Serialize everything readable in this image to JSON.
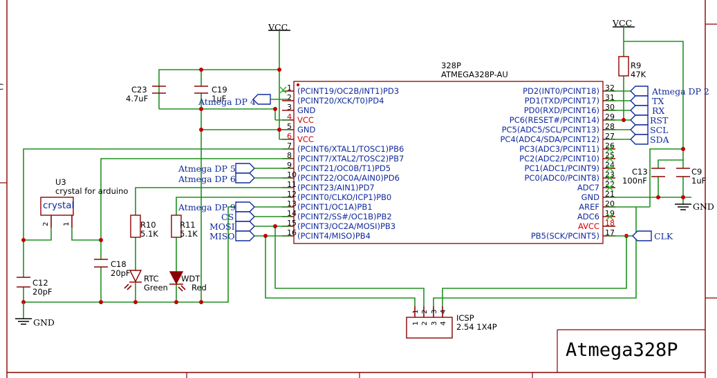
{
  "title": "Atmega328P",
  "ic": {
    "name": "328P",
    "part": "ATMEGA328P-AU",
    "left_pins": [
      {
        "num": "1",
        "label": "(PCINT19/OC2B/INT1)PD3",
        "power": false
      },
      {
        "num": "2",
        "label": "(PCINT20/XCK/T0)PD4",
        "power": false
      },
      {
        "num": "3",
        "label": "GND",
        "power": false
      },
      {
        "num": "4",
        "label": "VCC",
        "power": true
      },
      {
        "num": "5",
        "label": "GND",
        "power": false
      },
      {
        "num": "6",
        "label": "VCC",
        "power": true
      },
      {
        "num": "7",
        "label": "(PCINT6/XTAL1/TOSC1)PB6",
        "power": false
      },
      {
        "num": "8",
        "label": "(PCINT7/XTAL2/TOSC2)PB7",
        "power": false
      },
      {
        "num": "9",
        "label": "(PCINT21/OC0B/T1)PD5",
        "power": false
      },
      {
        "num": "10",
        "label": "(PCINT22/OC0A/AIN0)PD6",
        "power": false
      },
      {
        "num": "11",
        "label": "(PCINT23/AIN1)PD7",
        "power": false
      },
      {
        "num": "12",
        "label": "(PCINT0/CLKO/ICP1)PB0",
        "power": false
      },
      {
        "num": "13",
        "label": "(PCINT1/OC1A)PB1",
        "power": false
      },
      {
        "num": "14",
        "label": "(PCINT2/SS#/OC1B)PB2",
        "power": false
      },
      {
        "num": "15",
        "label": "(PCINT3/OC2A/MOSI)PB3",
        "power": false
      },
      {
        "num": "16",
        "label": "(PCINT4/MISO)PB4",
        "power": false
      }
    ],
    "right_pins": [
      {
        "num": "32",
        "label": "PD2(INT0/PCINT18)",
        "power": false
      },
      {
        "num": "31",
        "label": "PD1(TXD/PCINT17)",
        "power": false
      },
      {
        "num": "30",
        "label": "PD0(RXD/PCINT16)",
        "power": false
      },
      {
        "num": "29",
        "label": "PC6(RESET#/PCINT14)",
        "power": false
      },
      {
        "num": "28",
        "label": "PC5(ADC5/SCL/PCINT13)",
        "power": false
      },
      {
        "num": "27",
        "label": "PC4(ADC4/SDA/PCINT12)",
        "power": false
      },
      {
        "num": "26",
        "label": "PC3(ADC3/PCINT11)",
        "power": false
      },
      {
        "num": "25",
        "label": "PC2(ADC2/PCINT10)",
        "power": false
      },
      {
        "num": "24",
        "label": "PC1(ADC1/PCINT9)",
        "power": false
      },
      {
        "num": "23",
        "label": "PC0(ADC0/PCINT8)",
        "power": false
      },
      {
        "num": "22",
        "label": "ADC7",
        "power": false
      },
      {
        "num": "21",
        "label": "GND",
        "power": false
      },
      {
        "num": "20",
        "label": "AREF",
        "power": false
      },
      {
        "num": "19",
        "label": "ADC6",
        "power": false
      },
      {
        "num": "18",
        "label": "AVCC",
        "power": true
      },
      {
        "num": "17",
        "label": "PB5(SCK/PCINT5)",
        "power": false
      }
    ]
  },
  "nets": {
    "vcc_left": "VCC",
    "vcc_right": "VCC",
    "gnd_left": "GND",
    "gnd_right": "GND",
    "pd4_port": "Atmega DP 4",
    "d2_port": "Atmega DP 2",
    "tx": "TX",
    "rx": "RX",
    "rst": "RST",
    "scl": "SCL",
    "sda": "SDA",
    "clk": "CLK",
    "dp5": "Atmega DP 5",
    "dp6": "Atmega DP 6",
    "dp9": "Atmega DP 9",
    "cs": "CS",
    "mosi": "MOSI",
    "miso": "MISO"
  },
  "components": {
    "c23": {
      "ref": "C23",
      "value": "4.7uF"
    },
    "c19": {
      "ref": "C19",
      "value": "1uF"
    },
    "r9": {
      "ref": "R9",
      "value": "47K"
    },
    "c13": {
      "ref": "C13",
      "value": "100nF"
    },
    "c9": {
      "ref": "C9",
      "value": "1uF"
    },
    "u3": {
      "ref": "U3",
      "desc": "crystal for arduino",
      "body": "crystal",
      "pin1": "1",
      "pin2": "2"
    },
    "c12": {
      "ref": "C12",
      "value": "20pF"
    },
    "c18": {
      "ref": "C18",
      "value": "20pF"
    },
    "r10": {
      "ref": "R10",
      "value": "5.1K"
    },
    "r11": {
      "ref": "R11",
      "value": "5.1K"
    },
    "led_rtc": {
      "ref": "RTC",
      "value": "Green"
    },
    "led_wdt": {
      "ref": "WDT",
      "value": "Red"
    },
    "icsp": {
      "ref": "ICSP",
      "value": "2.54 1X4P",
      "pins": [
        "1",
        "2",
        "3",
        "4"
      ]
    }
  },
  "frame_letter": "C"
}
